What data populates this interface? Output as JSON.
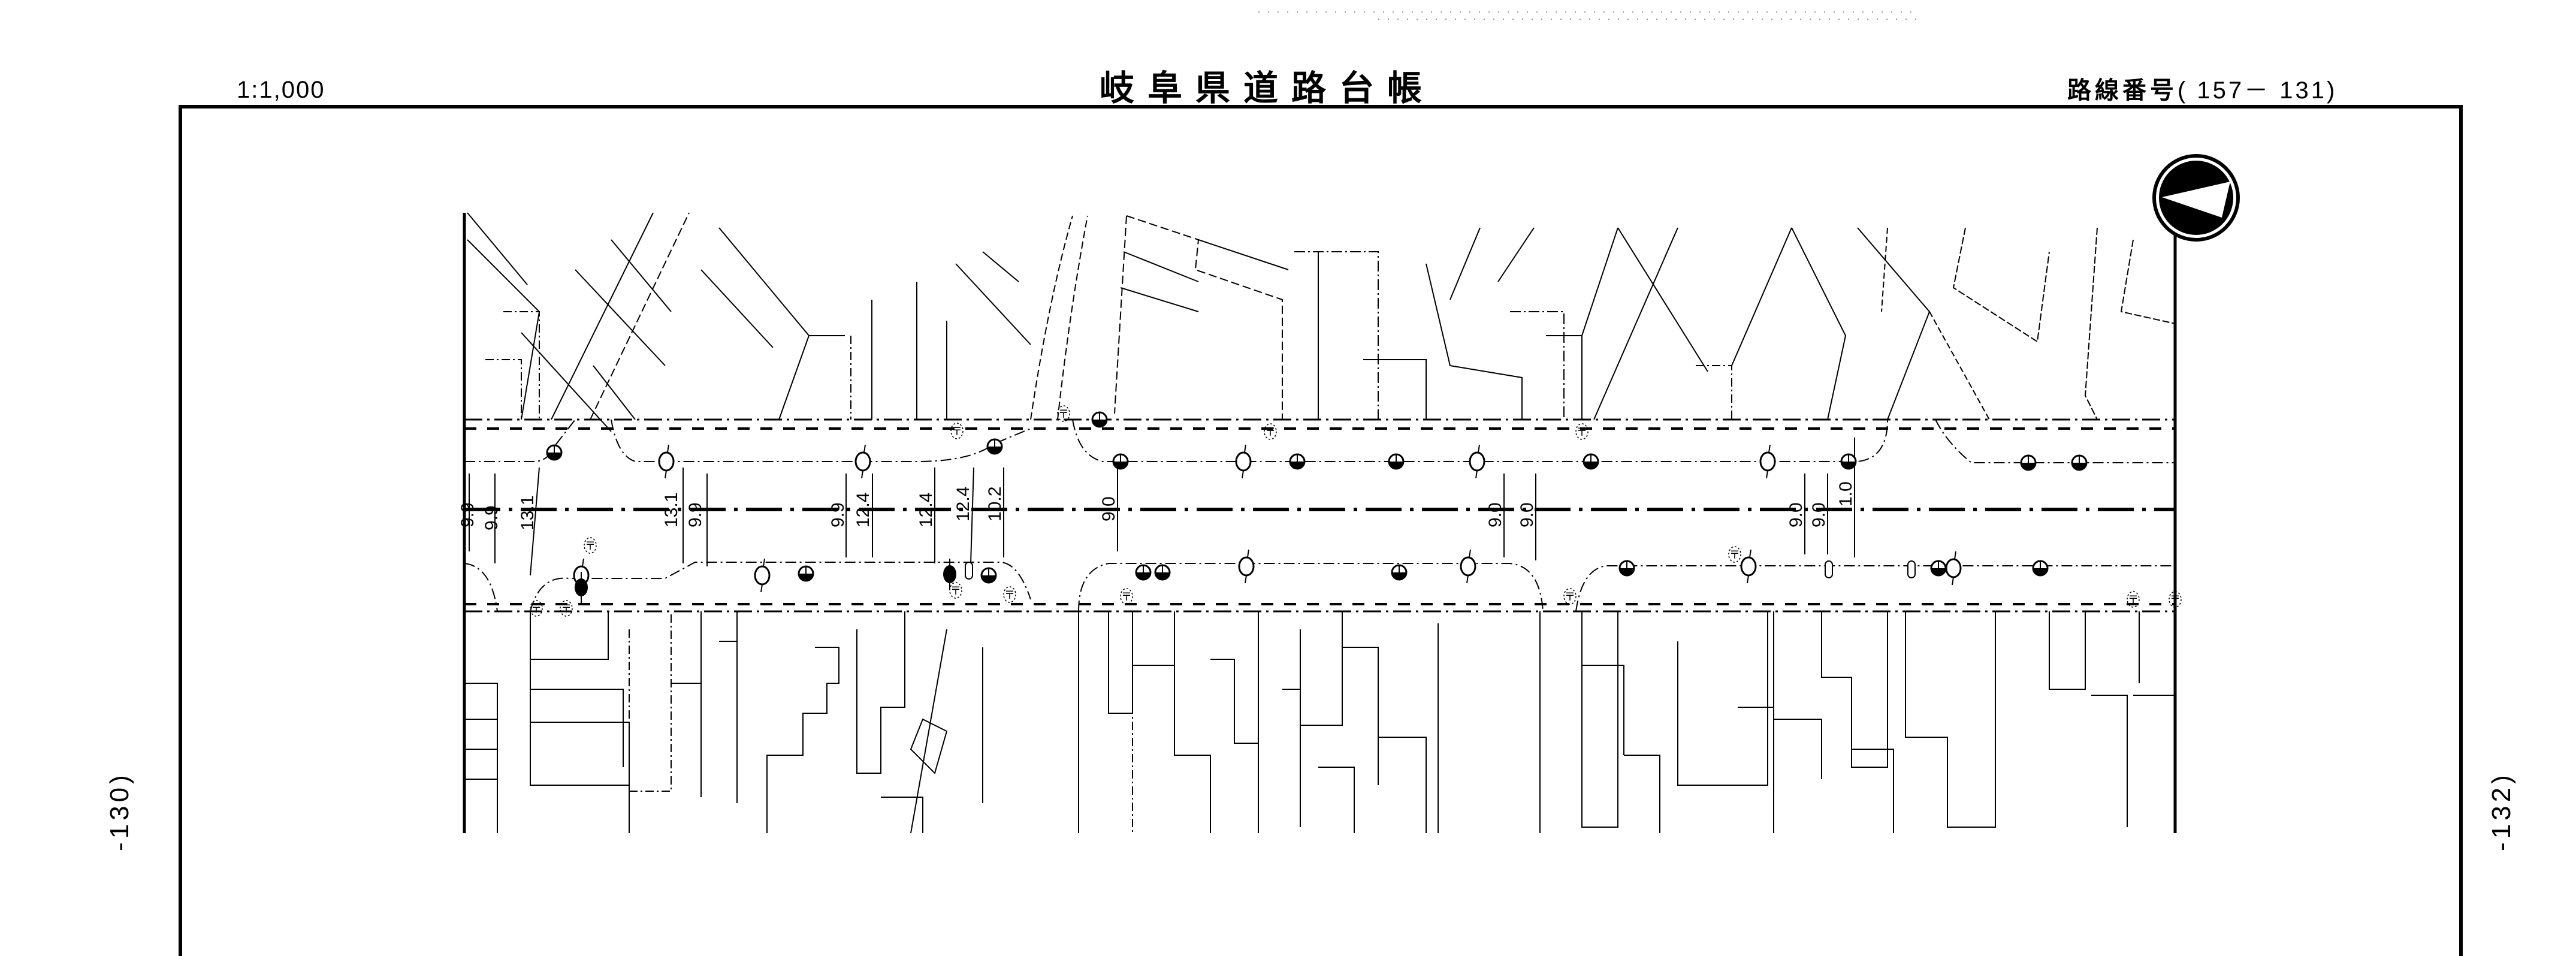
{
  "header": {
    "scale": "1:1,000",
    "title": "岐阜県道路台帳",
    "route_label": "路線番号",
    "route_number": "( 157－ 131)"
  },
  "adjacent_sheets": {
    "previous": "-130)",
    "next": "-132)"
  },
  "north_arrow": {
    "icon": "north-arrow-icon",
    "direction": "west"
  },
  "road_widths": [
    "9.9",
    "9.9",
    "13.1",
    "13.1",
    "9.9",
    "9.9",
    "12.4",
    "12.4",
    "12.4",
    "10.2",
    "9.0",
    "9.0",
    "9.0",
    "9.0",
    "9.0",
    "1.0"
  ],
  "legend_symbols": {
    "street_tree": "open-circle-tree-icon",
    "utility_pole": "half-filled-pole-icon",
    "manhole": "manhole-ke-icon",
    "signal": "filled-signal-icon"
  },
  "colors": {
    "ink": "#000000",
    "paper": "#ffffff"
  }
}
